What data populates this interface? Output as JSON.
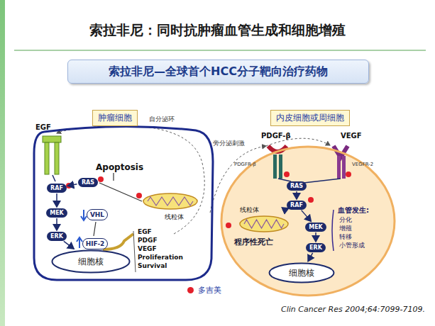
{
  "diagram": {
    "title": "索拉非尼：同时抗肿瘤血管生成和细胞增殖",
    "caption": "Clin Cancer Res 2004;64:7099-7109.",
    "nodes": [
      {
        "text": [
          "索拉非尼—全球首个HCC分子靶向治疗药物"
        ]
      },
      {
        "text": [
          "肿瘤细胞"
        ]
      },
      {
        "text": [
          "内皮细胞或周细胞"
        ]
      },
      {
        "text": [
          "RAF"
        ],
        "in": 1
      },
      {
        "text": [
          "RAS"
        ],
        "in": 1
      },
      {
        "text": [
          "MEK"
        ],
        "in": 1
      },
      {
        "text": [
          "ERK"
        ],
        "in": 1
      },
      {
        "text": [
          "细胞核"
        ],
        "in": 1
      },
      {
        "text": [
          "线粒体"
        ],
        "in": 1
      },
      {
        "text": [
          "VHL"
        ],
        "in": 1
      },
      {
        "text": [
          "HIF-2"
        ],
        "in": 1
      },
      {
        "text": [
          "RAS"
        ],
        "in": 2
      },
      {
        "text": [
          "RAF"
        ],
        "in": 2
      },
      {
        "text": [
          "MEK"
        ],
        "in": 2
      },
      {
        "text": [
          "ERK"
        ],
        "in": 2
      },
      {
        "text": [
          "细胞核"
        ],
        "in": 2
      },
      {
        "text": [
          "线粒体"
        ],
        "in": 2
      }
    ],
    "edges": [
      {
        "from": 4,
        "to": 3,
        "arrow": "to"
      },
      {
        "from": 3,
        "to": 5,
        "arrow": "to"
      },
      {
        "from": 5,
        "to": 6,
        "arrow": "to"
      },
      {
        "from": 6,
        "to": 7,
        "arrow": "to"
      },
      {
        "from": 11,
        "to": 12,
        "arrow": "to"
      },
      {
        "from": 12,
        "to": 13,
        "arrow": "to"
      },
      {
        "from": 13,
        "to": 14,
        "arrow": "to"
      },
      {
        "from": 14,
        "to": 15,
        "arrow": "to"
      },
      {
        "from": 12,
        "to": 16,
        "arrow": "to"
      }
    ],
    "labels": [
      "EGF",
      "Apoptosis",
      "EGF",
      "PDGF",
      "VEGF",
      "Proliferation",
      "Survival",
      "自分泌环",
      "旁分泌刺激",
      "PDGF-β",
      "VEGF",
      "PDGFR-β",
      "VEGFR-2",
      "程序性死亡",
      "血管发生:",
      "分化",
      "增殖",
      "转移",
      "小管形成"
    ],
    "legend": [
      {
        "text": "多吉美",
        "color": "#e3202a"
      }
    ]
  }
}
